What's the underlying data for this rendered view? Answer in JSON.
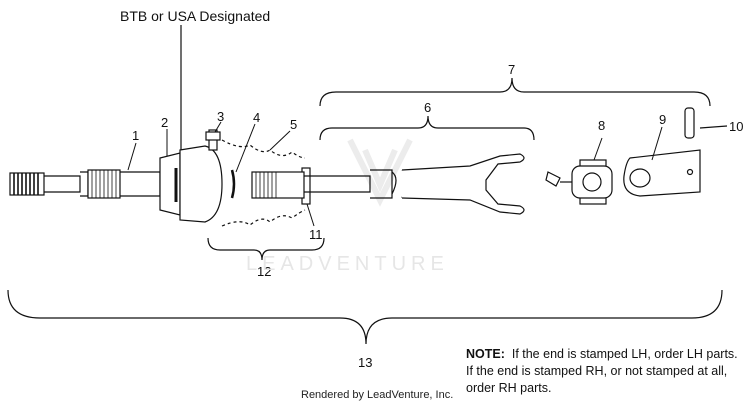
{
  "header_label": "BTB or USA Designated",
  "callouts": {
    "c1": "1",
    "c2": "2",
    "c3": "3",
    "c4": "4",
    "c5": "5",
    "c6": "6",
    "c7": "7",
    "c8": "8",
    "c9": "9",
    "c10": "10",
    "c11": "11",
    "c12": "12",
    "c13": "13"
  },
  "note": {
    "prefix": "NOTE:",
    "text": "If the end is stamped LH, order LH parts.  If the end is stamped RH, or not stamped at all, order RH parts."
  },
  "watermark": "LEADVENTURE",
  "footer": "Rendered by LeadVenture, Inc."
}
